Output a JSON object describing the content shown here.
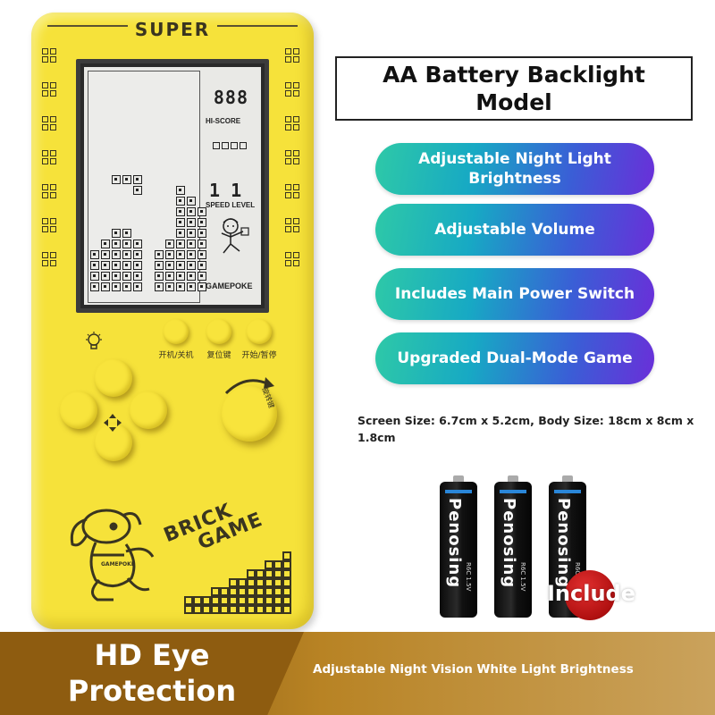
{
  "device": {
    "brand": "SUPER",
    "lcd": {
      "score": "888",
      "hiscore_label": "HI-SCORE",
      "level": "1 1",
      "speed_level_label": "SPEED LEVEL",
      "maker_label": "GAMEPOKE"
    },
    "buttons": {
      "power_label": "开机/关机",
      "reset_label": "复位键",
      "start_label": "开始/暂停",
      "rotate_label": "旋转键"
    },
    "art_text": {
      "brick": "BRICK",
      "game": "GAME"
    },
    "colors": {
      "body": "#f6e23a",
      "ink": "#3a3520"
    }
  },
  "title": "AA Battery Backlight Model",
  "features": [
    "Adjustable Night Light Brightness",
    "Adjustable Volume",
    "Includes Main Power Switch",
    "Upgraded Dual-Mode Game"
  ],
  "spec": "Screen Size: 6.7cm x 5.2cm, Body Size: 18cm x 8cm x 1.8cm",
  "batteries": {
    "brand": "Penosing",
    "spec": "R6C 1.5V",
    "badge": "Include"
  },
  "bottom": {
    "left": "HD Eye Protection",
    "right": "Adjustable Night Vision White Light Brightness"
  }
}
